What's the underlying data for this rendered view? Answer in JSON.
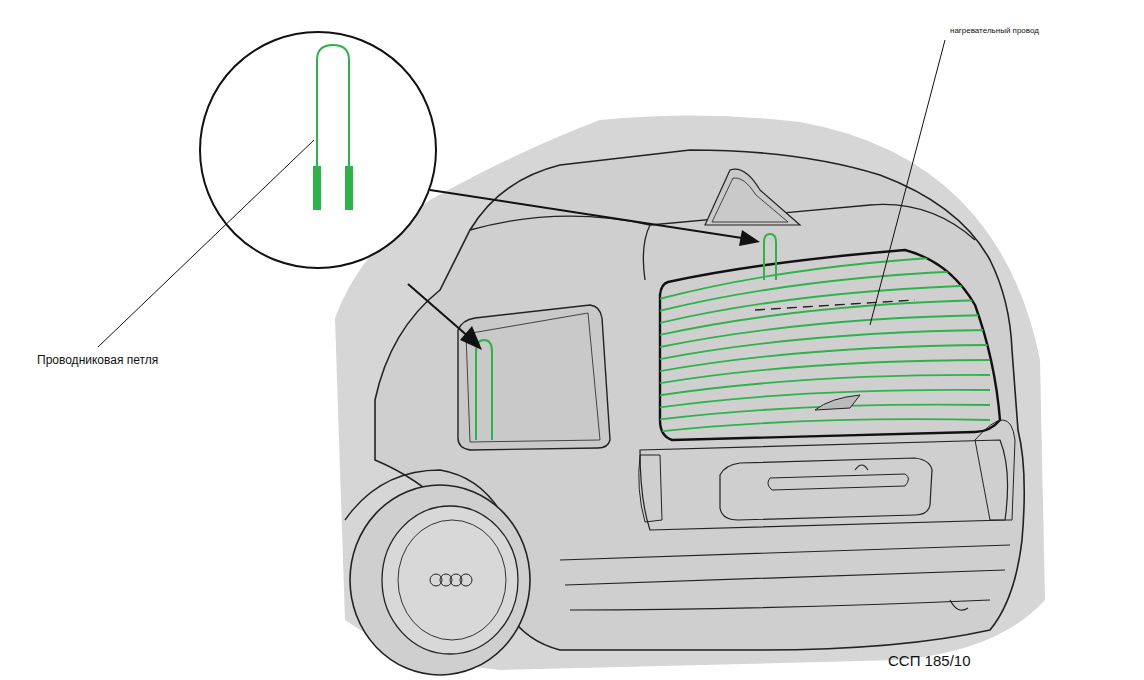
{
  "diagram": {
    "labels": [
      "Проводниковая петля",
      "нагревательный провод",
      "ССП 185/10"
    ]
  }
}
